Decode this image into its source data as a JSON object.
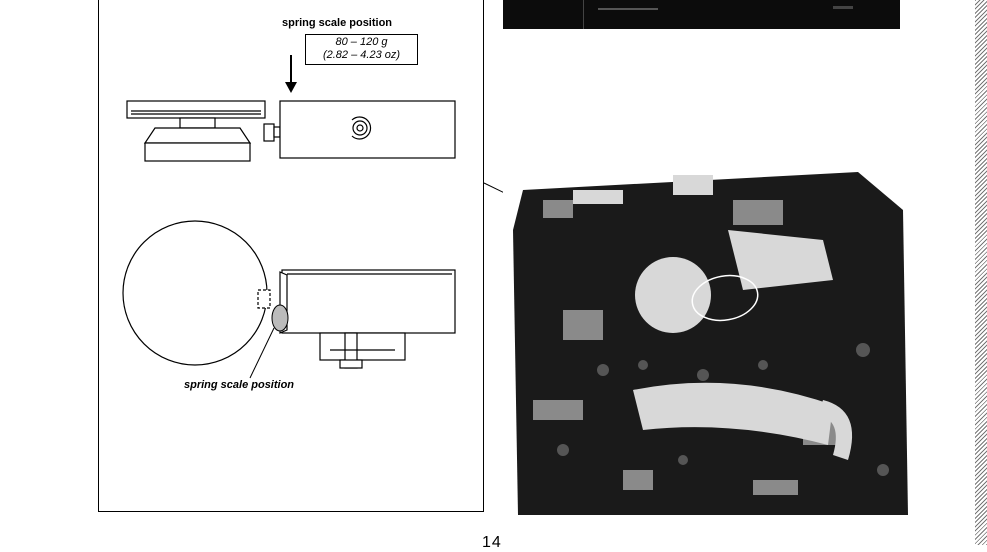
{
  "diagram": {
    "top_label": "spring scale position",
    "spec_line1": "80 – 120 g",
    "spec_line2": "(2.82 – 4.23 oz)",
    "bottom_label": "spring scale position"
  },
  "page_number": "14",
  "colors": {
    "ink": "#000000",
    "paper": "#ffffff",
    "photo_dark": "#0c0c0c",
    "photo_light": "#d8d8d8"
  }
}
